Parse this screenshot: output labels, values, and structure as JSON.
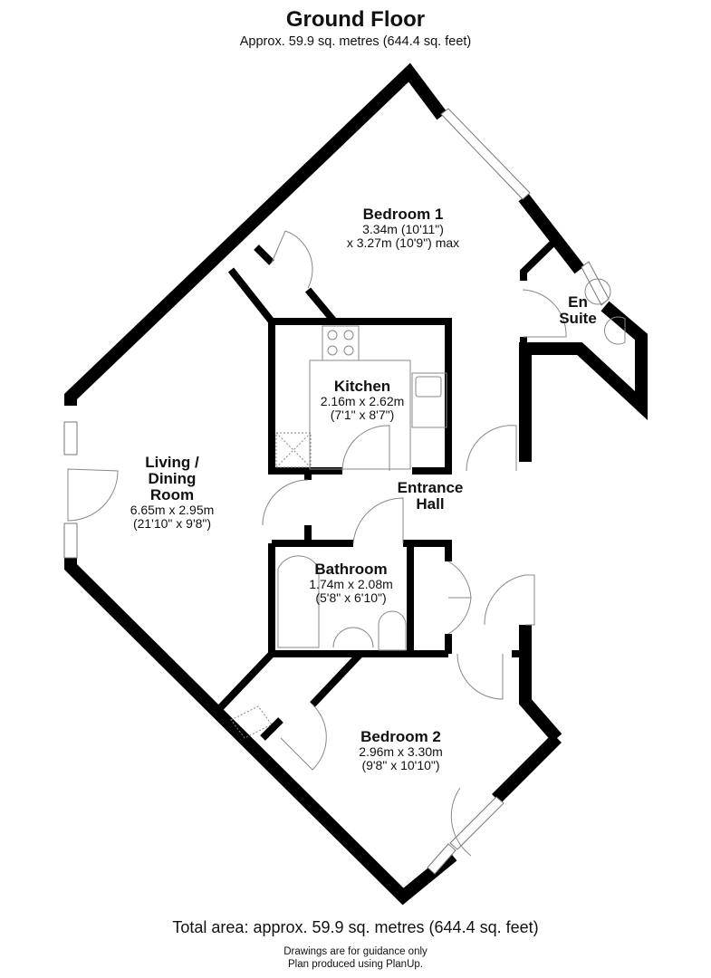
{
  "header": {
    "title": "Ground Floor",
    "subtitle": "Approx. 59.9 sq. metres (644.4 sq. feet)"
  },
  "rooms": {
    "bedroom1": {
      "name": "Bedroom 1",
      "dim1": "3.34m (10'11\")",
      "dim2": "x 3.27m (10'9\") max"
    },
    "en_suite": {
      "name_line1": "En",
      "name_line2": "Suite"
    },
    "kitchen": {
      "name": "Kitchen",
      "dim1": "2.16m x 2.62m",
      "dim2": "(7'1\" x 8'7\")"
    },
    "living": {
      "name_line1": "Living /",
      "name_line2": "Dining",
      "name_line3": "Room",
      "dim1": "6.65m x 2.95m",
      "dim2": "(21'10\" x 9'8\")"
    },
    "entrance_hall": {
      "name_line1": "Entrance",
      "name_line2": "Hall"
    },
    "bathroom": {
      "name": "Bathroom",
      "dim1": "1.74m x 2.08m",
      "dim2": "(5'8\" x 6'10\")"
    },
    "bedroom2": {
      "name": "Bedroom 2",
      "dim1": "2.96m x 3.30m",
      "dim2": "(9'8\" x 10'10\")"
    }
  },
  "footer": {
    "total": "Total area: approx. 59.9 sq. metres (644.4 sq. feet)",
    "note1": "Drawings are for guidance only",
    "note2": "Plan produced using PlanUp."
  },
  "colors": {
    "wall": "#000000",
    "fixture": "#888888",
    "background": "#ffffff"
  }
}
